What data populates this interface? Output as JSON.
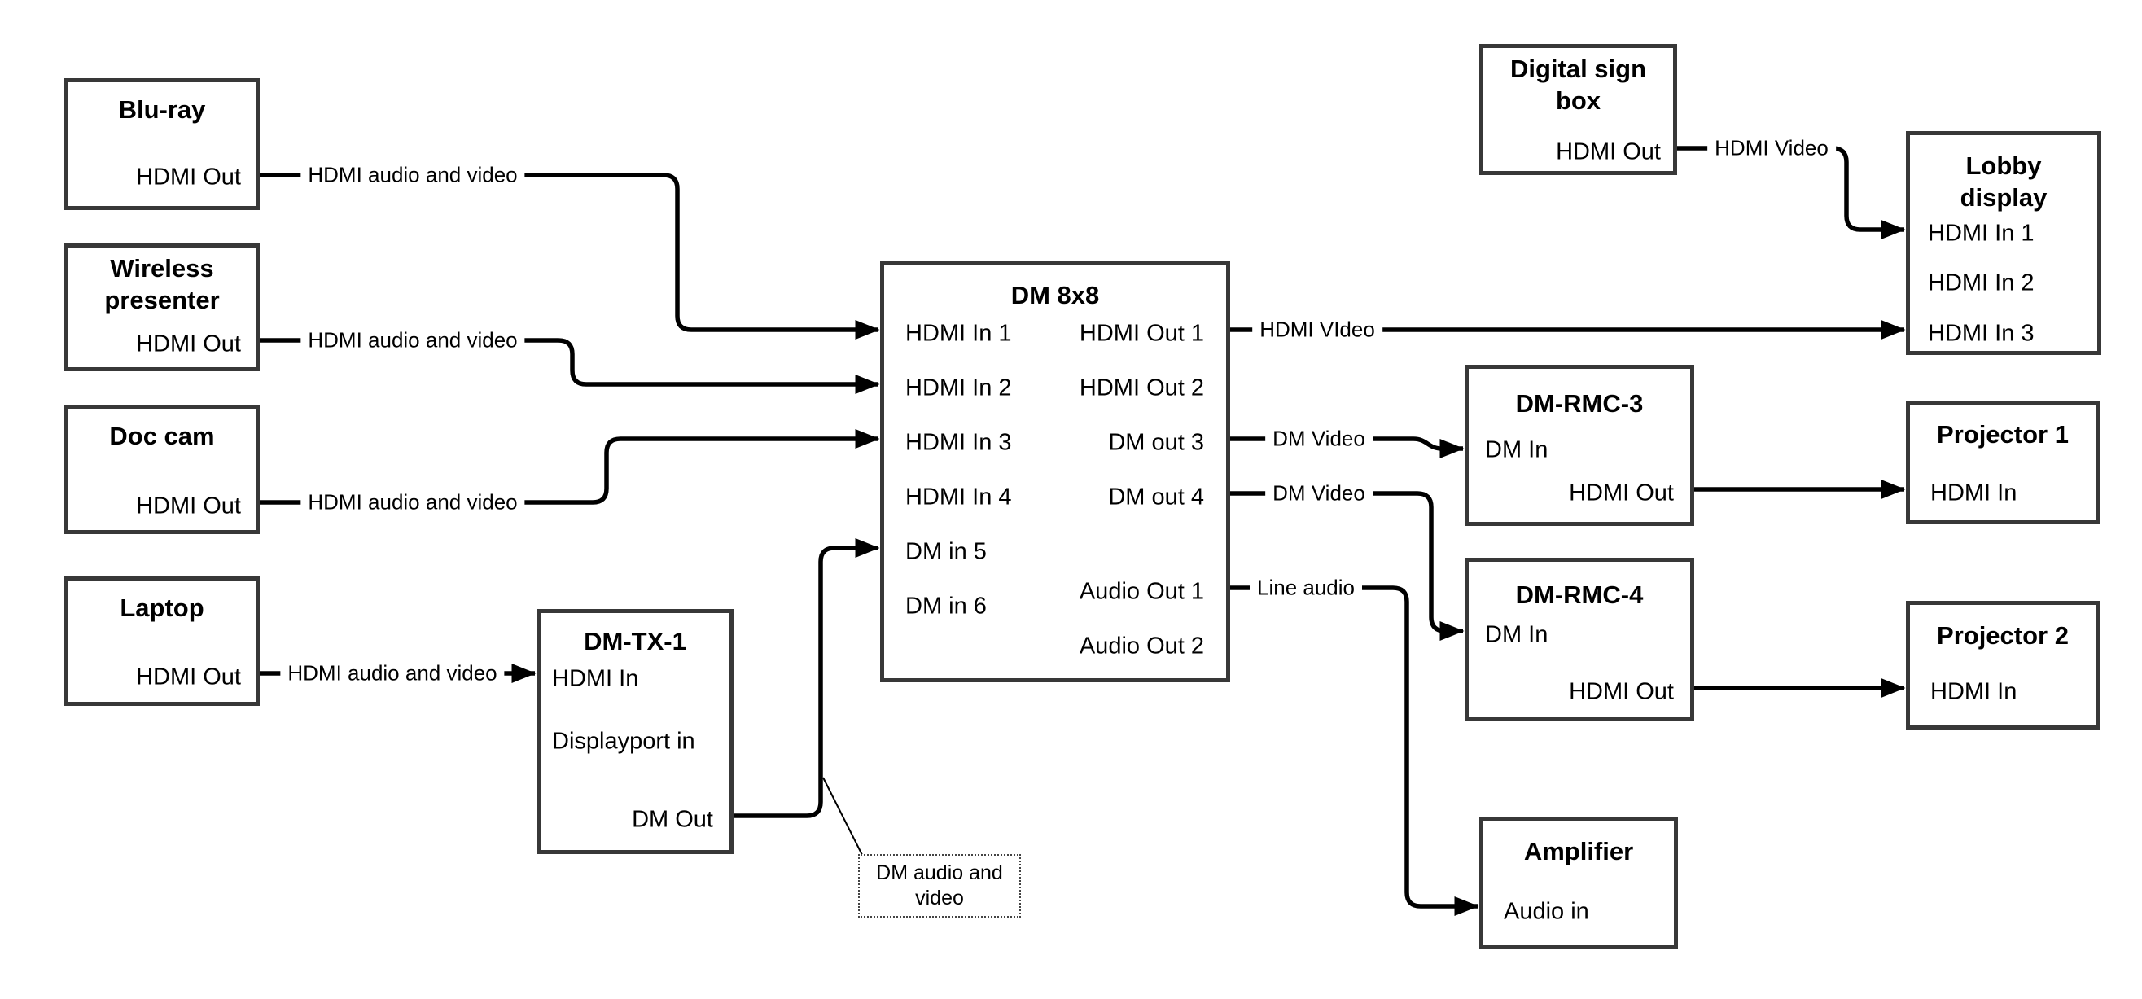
{
  "diagram": {
    "colors": {
      "line": "#000000",
      "box_border": "#383838",
      "background": "#ffffff"
    }
  },
  "nodes": {
    "bluray": {
      "title": "Blu-ray",
      "ports": {
        "hdmi_out": "HDMI Out"
      }
    },
    "wireless": {
      "title": "Wireless\npresenter",
      "ports": {
        "hdmi_out": "HDMI Out"
      }
    },
    "doccam": {
      "title": "Doc cam",
      "ports": {
        "hdmi_out": "HDMI Out"
      }
    },
    "laptop": {
      "title": "Laptop",
      "ports": {
        "hdmi_out": "HDMI Out"
      }
    },
    "dmtx1": {
      "title": "DM-TX-1",
      "ports": {
        "hdmi_in": "HDMI In",
        "displayport_in": "Displayport in",
        "dm_out": "DM Out"
      }
    },
    "dm8x8": {
      "title": "DM 8x8",
      "ports": {
        "hdmi_in_1": "HDMI In 1",
        "hdmi_in_2": "HDMI In 2",
        "hdmi_in_3": "HDMI In 3",
        "hdmi_in_4": "HDMI In 4",
        "dm_in_5": "DM in 5",
        "dm_in_6": "DM in 6",
        "hdmi_out_1": "HDMI Out 1",
        "hdmi_out_2": "HDMI Out 2",
        "dm_out_3": "DM out 3",
        "dm_out_4": "DM out 4",
        "audio_out_1": "Audio Out 1",
        "audio_out_2": "Audio Out 2"
      }
    },
    "digital_sign": {
      "title": "Digital sign\nbox",
      "ports": {
        "hdmi_out": "HDMI Out"
      }
    },
    "lobby": {
      "title": "Lobby\ndisplay",
      "ports": {
        "hdmi_in_1": "HDMI In 1",
        "hdmi_in_2": "HDMI In 2",
        "hdmi_in_3": "HDMI In 3"
      }
    },
    "dmrmc3": {
      "title": "DM-RMC-3",
      "ports": {
        "dm_in": "DM In",
        "hdmi_out": "HDMI Out"
      }
    },
    "proj1": {
      "title": "Projector 1",
      "ports": {
        "hdmi_in": "HDMI In"
      }
    },
    "dmrmc4": {
      "title": "DM-RMC-4",
      "ports": {
        "dm_in": "DM In",
        "hdmi_out": "HDMI Out"
      }
    },
    "proj2": {
      "title": "Projector 2",
      "ports": {
        "hdmi_in": "HDMI In"
      }
    },
    "amplifier": {
      "title": "Amplifier",
      "ports": {
        "audio_in": "Audio in"
      }
    }
  },
  "edges": {
    "bluray_to_dm8x8": {
      "label": "HDMI audio and video"
    },
    "wireless_to_dm8x8": {
      "label": "HDMI audio and video"
    },
    "doccam_to_dm8x8": {
      "label": "HDMI audio and video"
    },
    "laptop_to_dmtx1": {
      "label": "HDMI audio and video"
    },
    "dmtx1_to_dm8x8": {
      "label": ""
    },
    "dm8x8_out1_to_lobby": {
      "label": "HDMI VIdeo"
    },
    "dm8x8_out3_to_rmc3": {
      "label": "DM Video"
    },
    "dm8x8_out4_to_rmc4": {
      "label": "DM Video"
    },
    "dm8x8_audio1_to_amp": {
      "label": "Line audio"
    },
    "sign_to_lobby": {
      "label": "HDMI Video"
    },
    "rmc3_to_proj1": {
      "label": ""
    },
    "rmc4_to_proj2": {
      "label": ""
    }
  },
  "annotation": {
    "text": "DM audio and\nvideo"
  }
}
